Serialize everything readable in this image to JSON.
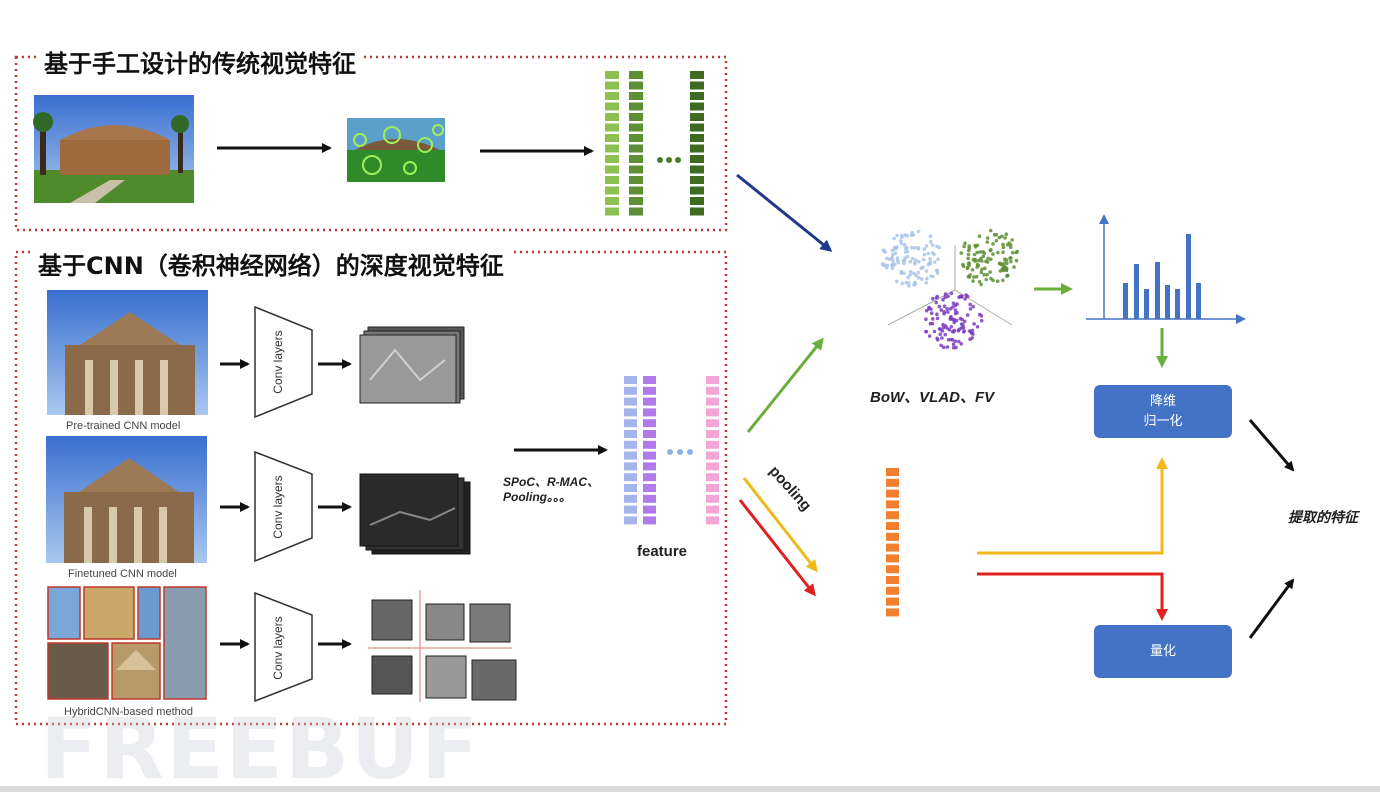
{
  "section1": {
    "title": "基于手工设计的传统视觉特征"
  },
  "section2": {
    "title": "基于CNN（卷积神经网络）的深度视觉特征"
  },
  "conv_label": "Conv layers",
  "captions": {
    "pretrained": "Pre-trained CNN model",
    "finetuned": "Finetuned CNN model",
    "hybrid": "HybridCNN-based method"
  },
  "pool_methods": {
    "line1": "SPoC、R-MAC、",
    "line2": "Pooling。。。"
  },
  "feature_label": "feature",
  "pooling_label": "pooling",
  "bow_label": "BoW、VLAD、FV",
  "box_reduce": {
    "line1": "降维",
    "line2": "归一化"
  },
  "box_quantize": "量化",
  "extracted_label": "提取的特征",
  "watermark": "FREEBUF",
  "colors": {
    "dotted_border": "#c0392b",
    "box_fill": "#4472c4",
    "arrow_navy": "#1f3a8a",
    "arrow_green": "#6aaf3d",
    "arrow_yellow": "#f2b718",
    "arrow_red": "#e02020",
    "feature_orange": "#f07f30"
  },
  "icons": [
    "photo-thumbnail",
    "feature-map-stack",
    "conv-trapezoid",
    "scatter-clusters",
    "histogram"
  ]
}
